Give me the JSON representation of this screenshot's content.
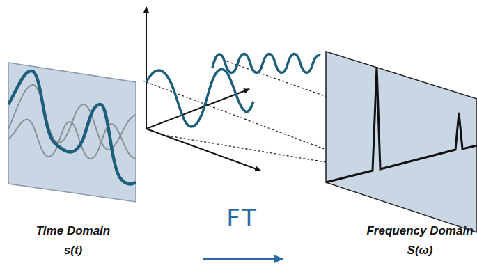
{
  "diagram": {
    "labels": [
      "Time Domain",
      "s(t)",
      "FT",
      "Frequency Domain",
      "S(ω)"
    ]
  }
}
